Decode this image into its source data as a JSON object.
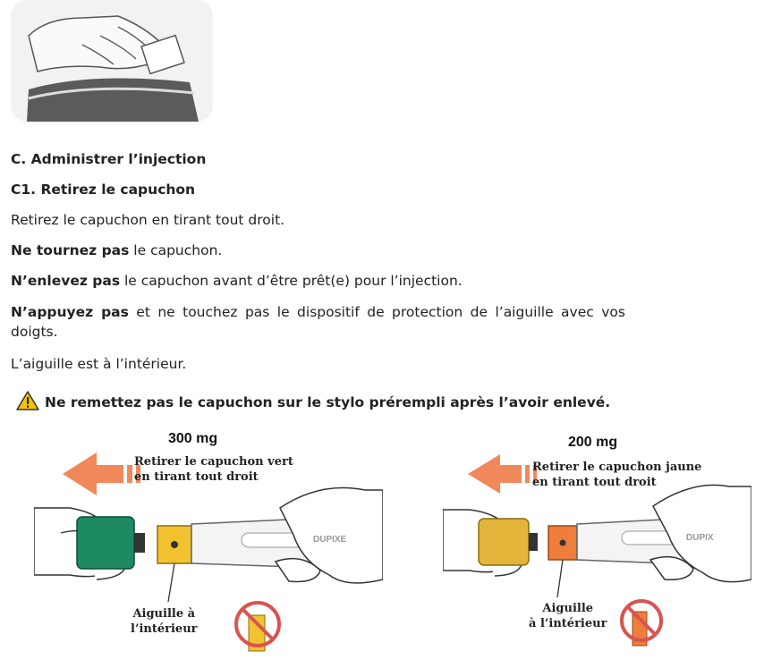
{
  "section_title": "C. Administrer l’injection",
  "step_title": "C1. Retirez le capuchon",
  "para_pull": "Retirez le capuchon en tirant tout droit.",
  "para_noturn_bold": "Ne tournez pas",
  "para_noturn_rest": " le capuchon.",
  "para_noremove_bold": "N’enlevez pas",
  "para_noremove_rest": " le capuchon avant d’être prêt(e) pour l’injection.",
  "para_nopress_bold": "N’appuyez pas",
  "para_nopress_line1": " et ne touchez pas le dispositif de protection de l’aiguille avec vos",
  "para_nopress_line2": "doigts.",
  "para_needle_inside": "L’aiguille est à l’intérieur.",
  "warning_text": "Ne remettez pas le capuchon sur le stylo prérempli après l’avoir enlevé.",
  "figure_300": {
    "dose": "300 mg",
    "instruction_line1": "Retirer le capuchon vert",
    "instruction_line2": "en tirant tout droit",
    "needle_line1": "Aiguille à",
    "needle_line2": "l’intérieur",
    "brand": "DUPIXE",
    "cap_color": "#1e8a62",
    "shield_color": "#f2c230"
  },
  "figure_200": {
    "dose": "200 mg",
    "instruction_line1": "Retirer le capuchon jaune",
    "instruction_line2": "en tirant tout droit",
    "needle_line1": "Aiguille",
    "needle_line2": "à l’intérieur",
    "brand": "DUPIX",
    "cap_color": "#e3b53b",
    "shield_color": "#ef7d3c"
  },
  "colors": {
    "arrow": "#f0885a",
    "warning": "#f5c400",
    "no_sign": "#d9534f"
  }
}
